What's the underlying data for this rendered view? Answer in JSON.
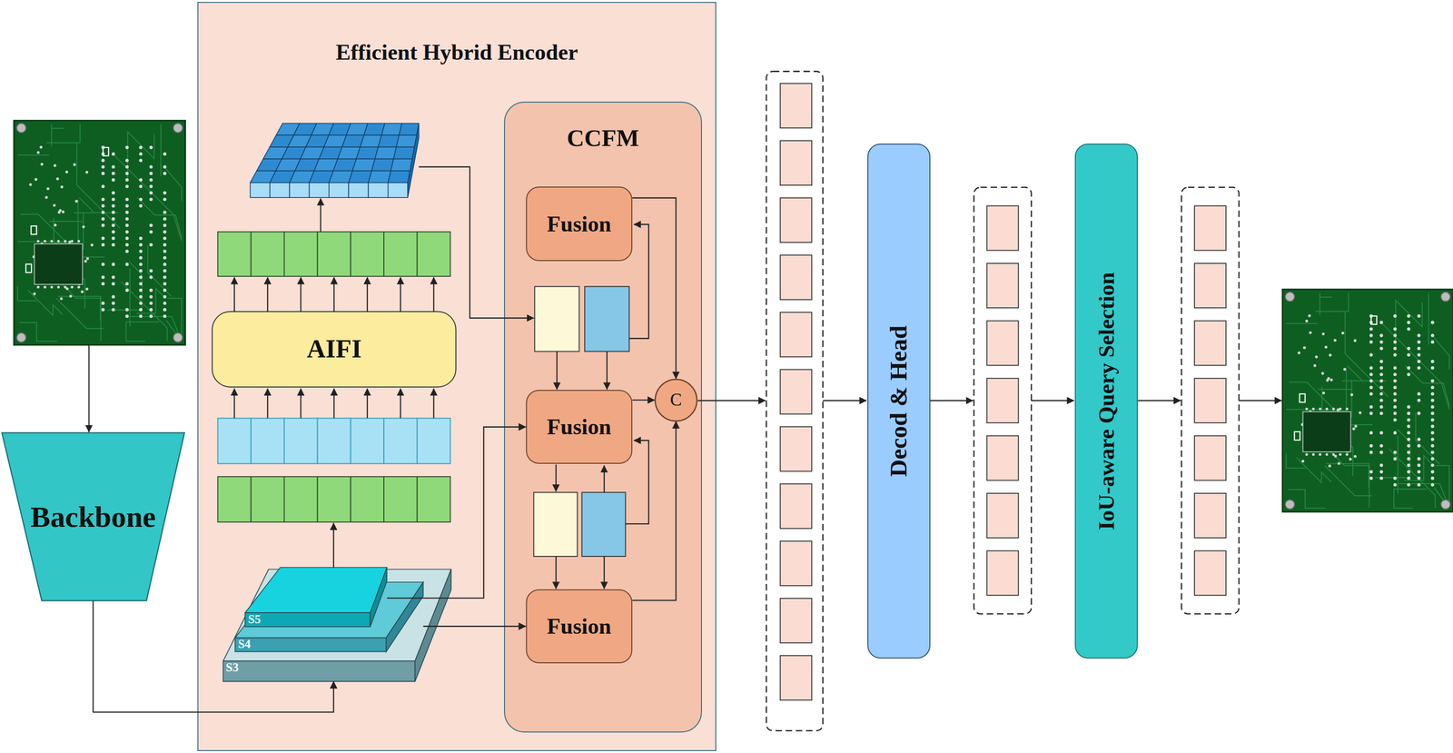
{
  "diagram": {
    "nodes": [
      {
        "text": [
          "Backbone"
        ]
      },
      {
        "text": [
          "Efficient Hybrid Encoder"
        ]
      },
      {
        "text": [
          "AIFI"
        ],
        "in": 1
      },
      {
        "text": [
          "S5"
        ],
        "in": 1
      },
      {
        "text": [
          "S4"
        ],
        "in": 1
      },
      {
        "text": [
          "S3"
        ],
        "in": 1
      },
      {
        "text": [
          "CCFM"
        ],
        "in": 1
      },
      {
        "text": [
          "Fusion"
        ],
        "in": 6
      },
      {
        "text": [
          "Fusion"
        ],
        "in": 6
      },
      {
        "text": [
          "Fusion"
        ],
        "in": 6
      },
      {
        "text": [
          "C"
        ],
        "in": 6
      },
      {
        "text": [
          "Decod & Head"
        ]
      },
      {
        "text": [
          "IoU-aware Query Selection"
        ]
      }
    ],
    "edges": [
      {
        "from": 0,
        "to": 5,
        "arrow": "to"
      },
      {
        "from": 3,
        "to": 8,
        "arrow": "to"
      },
      {
        "from": 4,
        "to": 9,
        "arrow": "to"
      },
      {
        "from": 7,
        "to": 10,
        "arrow": "to"
      },
      {
        "from": 8,
        "to": 10,
        "arrow": "to"
      },
      {
        "from": 9,
        "to": 10,
        "arrow": "to"
      }
    ]
  }
}
